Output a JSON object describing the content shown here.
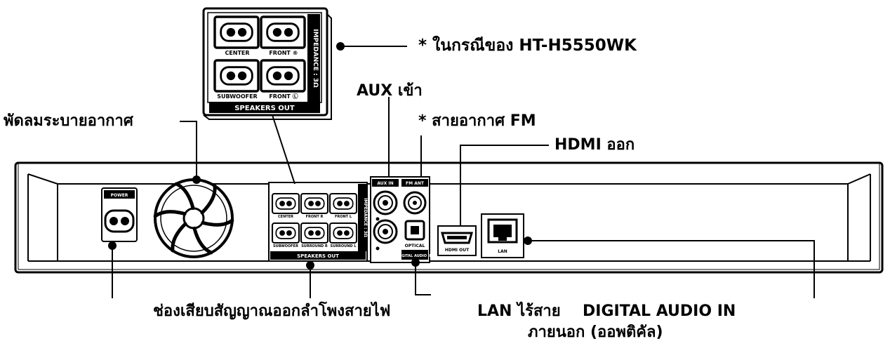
{
  "callouts": {
    "ht_model": "* ในกรณีของ HT-H5550WK",
    "aux_in": "AUX เข้า",
    "fm_antenna": "* สายอากาศ FM",
    "hdmi_out": "HDMI ออก",
    "cooling_fan": "พัดลมระบายอากาศ",
    "speaker_out_power": "ช่องเสียบสัญญาณออกลำโพงสายไฟ",
    "lan": "LAN ไร้สาย",
    "digital_audio_in": "DIGITAL AUDIO IN",
    "external_optical": "ภายนอก (ออพติคัล)"
  },
  "panel_labels": {
    "power": "POWER",
    "aux_in": "AUX IN",
    "fm_ant": "FM ANT",
    "optical": "OPTICAL",
    "digital_audio_in": "DIGITAL AUDIO IN",
    "hdmi_out": "HDMI OUT",
    "lan": "LAN",
    "speakers_out": "SPEAKERS OUT",
    "impedance": "IMPEDANCE : 3Ω",
    "center": "CENTER",
    "front_r": "FRONT R",
    "front_l": "FRONT L",
    "subwoofer": "SUBWOOFER",
    "surround_r": "SURROUND R",
    "surround_l": "SURROUND L"
  },
  "inset_labels": {
    "center": "CENTER",
    "front_r": "FRONT ®",
    "subwoofer": "SUBWOOFER",
    "front_l": "FRONT Ⓛ",
    "speakers_out": "SPEAKERS OUT",
    "impedance": "IMPEDANCE : 3Ω"
  }
}
